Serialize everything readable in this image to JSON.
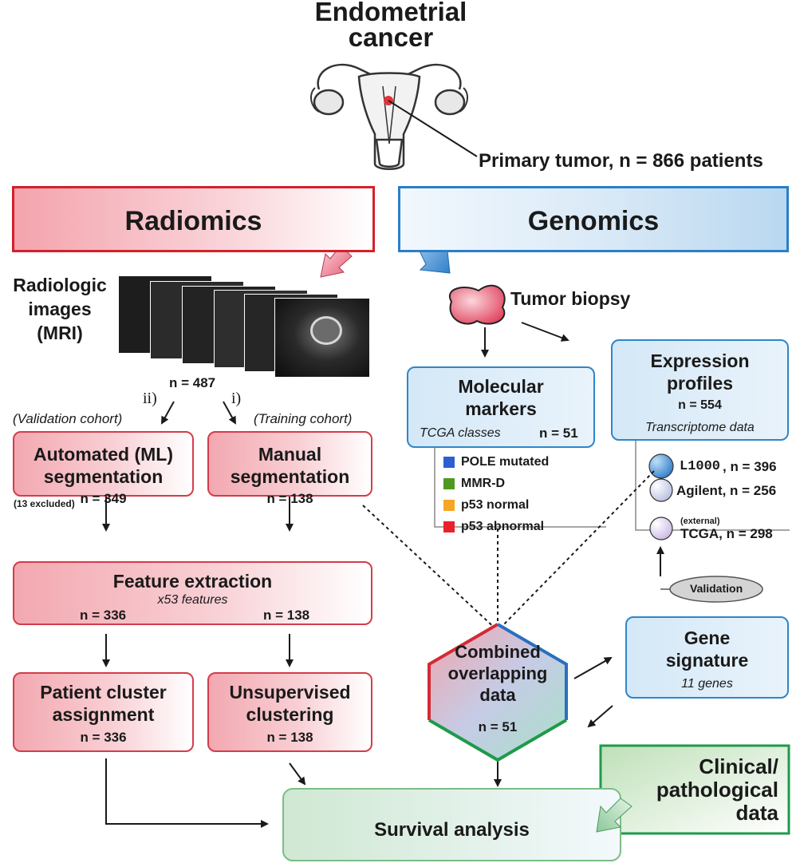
{
  "title_line1": "Endometrial",
  "title_line2": "cancer",
  "primary_tumor": "Primary tumor, n = 866 patients",
  "radiomics": "Radiomics",
  "genomics": "Genomics",
  "radiologic_line1": "Radiologic",
  "radiologic_line2": "images",
  "radiologic_line3": "(MRI)",
  "n_487": "n = 487",
  "label_ii": "ii)",
  "label_i": "i)",
  "validation_cohort": "(Validation cohort)",
  "training_cohort": "(Training cohort)",
  "automated": {
    "line1": "Automated (ML)",
    "line2": "segmentation",
    "n": "n = 349"
  },
  "excluded": "(13 excluded)",
  "manual": {
    "line1": "Manual",
    "line2": "segmentation",
    "n": "n = 138"
  },
  "feature": {
    "title": "Feature extraction",
    "sub": "x53 features",
    "n_left": "n = 336",
    "n_right": "n = 138"
  },
  "patient_cluster": {
    "line1": "Patient cluster",
    "line2": "assignment",
    "n": "n = 336"
  },
  "unsupervised": {
    "line1": "Unsupervised",
    "line2": "clustering",
    "n": "n = 138"
  },
  "tumor_biopsy": "Tumor biopsy",
  "molecular": {
    "line1": "Molecular",
    "line2": "markers",
    "sub": "TCGA classes",
    "n": "n = 51"
  },
  "legend": [
    {
      "label": "POLE mutated",
      "color": "#2c5fcf"
    },
    {
      "label": "MMR-D",
      "color": "#4f9a1c"
    },
    {
      "label": "p53 normal",
      "color": "#f6a623"
    },
    {
      "label": "p53 abnormal",
      "color": "#e8212b"
    }
  ],
  "expression": {
    "line1": "Expression",
    "line2": "profiles",
    "n": "n = 554",
    "sub": "Transcriptome data"
  },
  "datasets": {
    "l1000_name": "L1000",
    "l1000_n": ", n = 396",
    "agilent": "Agilent, n = 256",
    "external": "(external)",
    "tcga": "TCGA, n = 298"
  },
  "validation": "Validation",
  "combined": {
    "line1": "Combined",
    "line2": "overlapping",
    "line3": "data",
    "n": "n = 51"
  },
  "gene_signature": {
    "line1": "Gene",
    "line2": "signature",
    "sub": "11 genes"
  },
  "clinical": {
    "line1": "Clinical/",
    "line2": "pathological",
    "line3": "data"
  },
  "survival": "Survival analysis",
  "colors": {
    "red_border": "#d43c4a",
    "blue_border": "#2f86c8",
    "green_border": "#1f9a4a"
  }
}
